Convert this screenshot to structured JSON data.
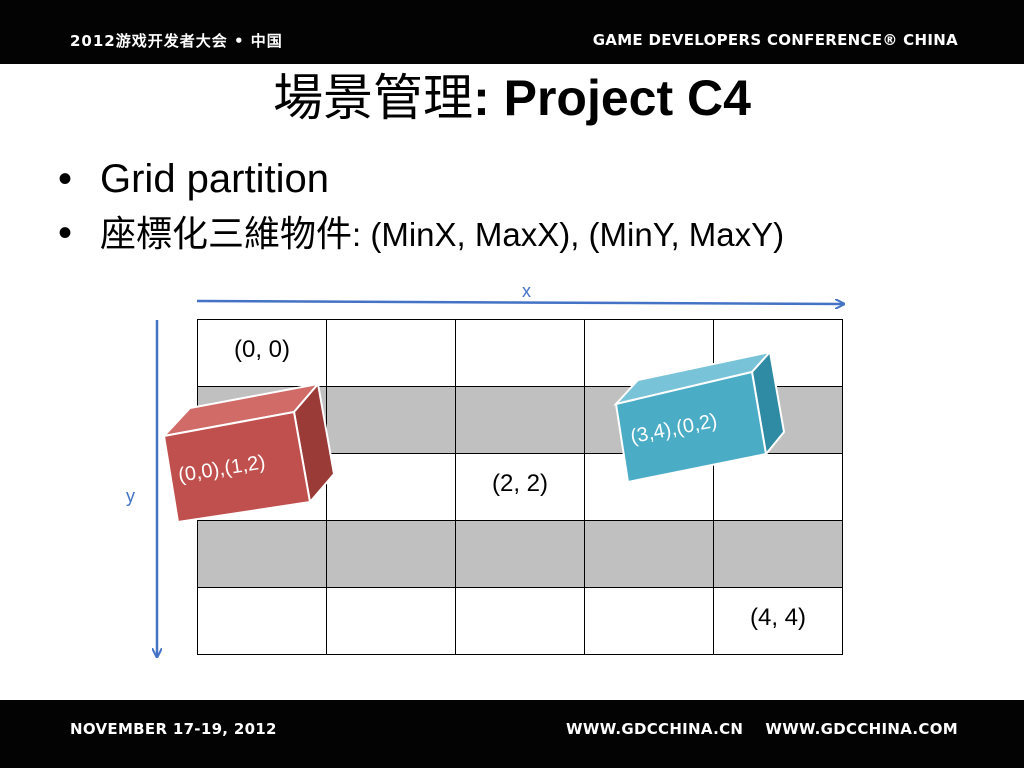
{
  "header": {
    "event_cn": "2012游戏开发者大会 • 中国",
    "event_en": "GAME DEVELOPERS CONFERENCE® CHINA"
  },
  "slide": {
    "title_cjk": "場景管理",
    "title_rest": ": Project C4",
    "bullets": [
      {
        "main": "Grid partition"
      },
      {
        "cjk": "座標化三維物件",
        "rest": ": (MinX, MaxX), (MinY, MaxY)"
      }
    ]
  },
  "diagram": {
    "x_axis_label": "x",
    "y_axis_label": "y",
    "grid": {
      "rows": 5,
      "cols": 5,
      "gray_rows": [
        1,
        3
      ],
      "cell_labels": [
        {
          "row": 0,
          "col": 0,
          "text": "(0, 0)"
        },
        {
          "row": 2,
          "col": 2,
          "text": "(2, 2)"
        },
        {
          "row": 4,
          "col": 4,
          "text": "(4, 4)"
        }
      ]
    },
    "objects": [
      {
        "label": "(0,0),(1,2)",
        "color": "#c0504d"
      },
      {
        "label": "(3,4),(0,2)",
        "color": "#4bacc6"
      }
    ],
    "axis_color": "#4472c4"
  },
  "footer": {
    "dates": "NOVEMBER 17-19, 2012",
    "urls": "WWW.GDCCHINA.CN    WWW.GDCCHINA.COM"
  }
}
